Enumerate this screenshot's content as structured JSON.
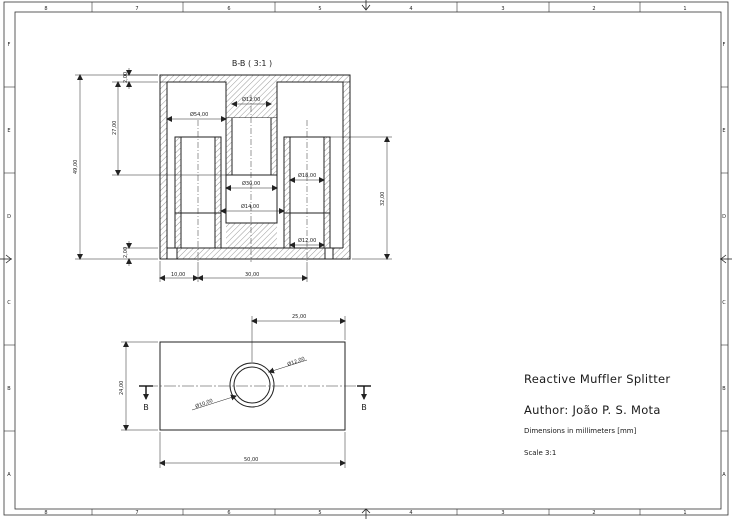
{
  "sheet": {
    "zones_top": [
      "8",
      "7",
      "6",
      "5",
      "4",
      "3",
      "2",
      "1"
    ],
    "zones_side": [
      "F",
      "E",
      "D",
      "C",
      "B",
      "A"
    ]
  },
  "section_view": {
    "label": "B-B ( 3:1 )",
    "dimensions": {
      "top_wall": "2,00",
      "depth_27": "27,00",
      "overall_49": "49,00",
      "bottom_wall": "2,00",
      "d54": "Ø54,00",
      "d12_top": "Ø12,00",
      "d30": "Ø30,00",
      "d18": "Ø18,00",
      "d14": "Ø14,00",
      "d12_bottom": "Ø12,00",
      "h32": "32,00",
      "w10": "10,00",
      "w30": "30,00"
    }
  },
  "plan_view": {
    "dimensions": {
      "w25": "25,00",
      "d12": "Ø12,00",
      "d10": "Ø10,00",
      "h24": "24,00",
      "w50": "50,00"
    },
    "cut_label_left": "B",
    "cut_label_right": "B"
  },
  "title_block": {
    "title": "Reactive Muffler Splitter",
    "author": "Author: João P. S. Mota",
    "dimensions_note": "Dimensions in millimeters [mm]",
    "scale": "Scale 3:1"
  }
}
